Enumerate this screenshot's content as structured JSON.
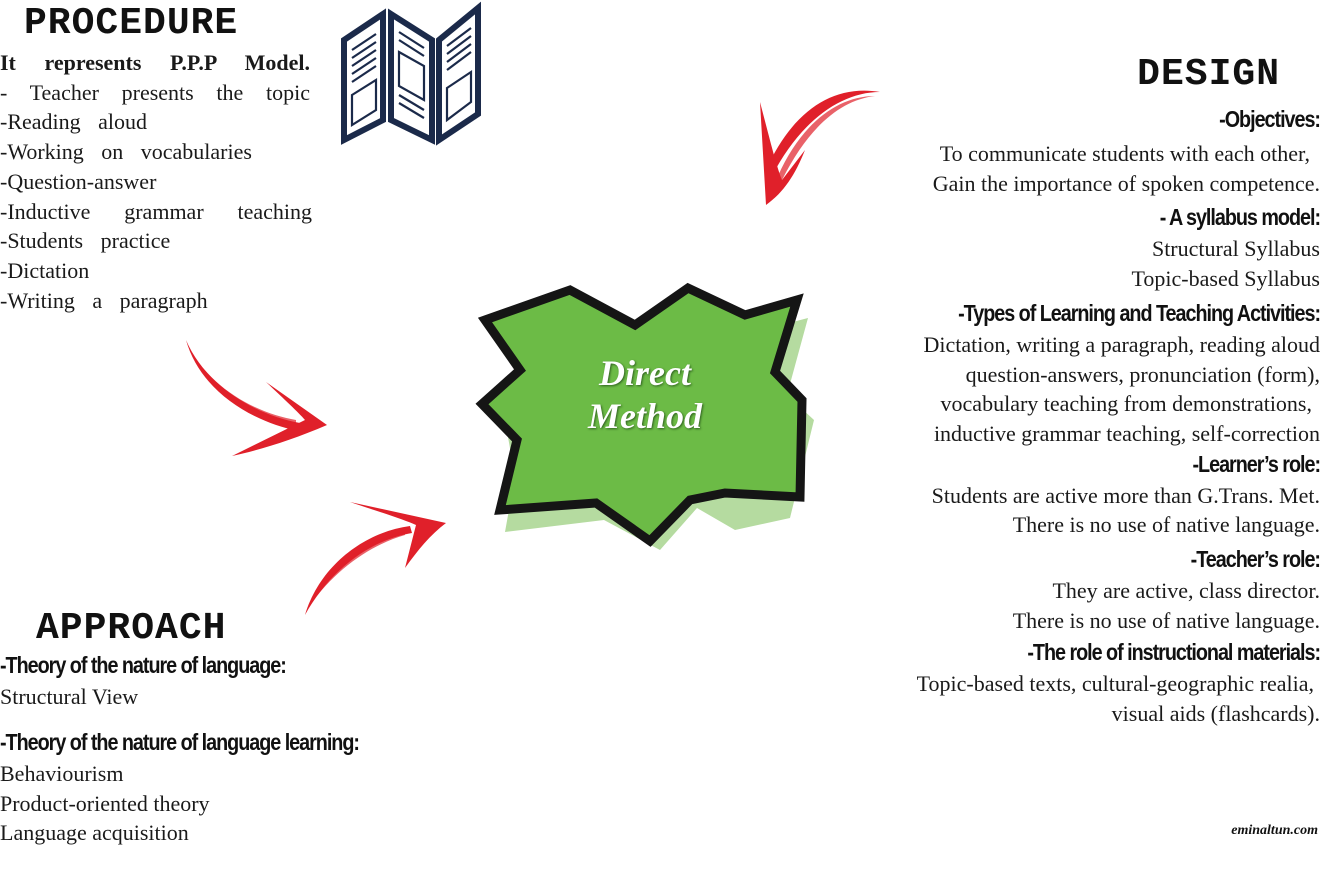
{
  "center_label": {
    "line1": "Direct",
    "line2": "Method"
  },
  "procedure": {
    "title": "PROCEDURE",
    "intro": "It represents P.P.P Model.",
    "steps": [
      "- Teacher presents the topic",
      "-Reading aloud",
      "-Working on vocabularies",
      "-Question-answer",
      "-Inductive grammar teaching",
      "-Students practice",
      "-Dictation",
      "-Writing a paragraph"
    ]
  },
  "approach": {
    "title": "APPROACH",
    "language_heading": "-Theory of the nature of language:",
    "language_items": [
      "Structural View"
    ],
    "learning_heading": "-Theory of the nature of language learning:",
    "learning_items": [
      "Behaviourism",
      "Product-oriented theory",
      "Language acquisition"
    ]
  },
  "design": {
    "title": "DESIGN",
    "sections": [
      {
        "heading": "-Objectives:",
        "lines": [
          "To communicate students with each other,",
          "Gain the importance of spoken competence."
        ]
      },
      {
        "heading": "- A syllabus model:",
        "lines": [
          "Structural Syllabus",
          "Topic-based Syllabus"
        ]
      },
      {
        "heading": "-Types of Learning and Teaching Activities:",
        "lines": [
          "Dictation, writing a paragraph, reading aloud",
          "question-answers, pronunciation (form),",
          "vocabulary teaching from demonstrations,",
          "inductive grammar teaching, self-correction"
        ]
      },
      {
        "heading": "-Learner’s role:",
        "lines": [
          "Students are active more than G.Trans. Met.",
          "There is no use of native language."
        ]
      },
      {
        "heading": "-Teacher’s role:",
        "lines": [
          "They are active, class director.",
          "There is no use of native language."
        ]
      },
      {
        "heading": "-The role of instructional materials:",
        "lines": [
          "Topic-based texts, cultural-geographic realia,",
          "visual aids (flashcards)."
        ]
      }
    ]
  },
  "credit": "eminaltun.com",
  "colors": {
    "burst_fill": "#6cbb46",
    "burst_shadow": "#b5dba0",
    "arrow": "#e0202a",
    "icon": "#1b2a4a"
  }
}
